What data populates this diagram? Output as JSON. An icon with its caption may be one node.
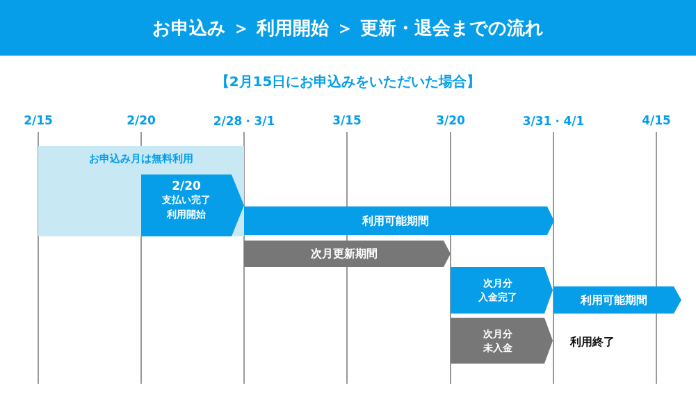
{
  "diagram": {
    "title": "お申込み ＞ 利用開始 ＞ 更新・退会までの流れ",
    "nodes": [
      {
        "text": [
          "お申込み月は無料利用"
        ]
      },
      {
        "text": [
          "2/20",
          "支払い完了",
          "利用開始"
        ],
        "in": 0
      },
      {
        "text": [
          "利用可能期間"
        ]
      },
      {
        "text": [
          "次月更新期間"
        ]
      },
      {
        "text": [
          "次月分",
          "入金完了"
        ]
      },
      {
        "text": [
          "利用可能期間"
        ]
      },
      {
        "text": [
          "次月分",
          "未入金"
        ]
      },
      {
        "text": [
          "利用終了"
        ]
      }
    ],
    "labels": [
      "【2月15日にお申込みをいただいた場合】",
      "2/15",
      "2/20",
      "2/28・3/1",
      "3/15",
      "3/20",
      "3/31・4/1",
      "4/15"
    ]
  }
}
